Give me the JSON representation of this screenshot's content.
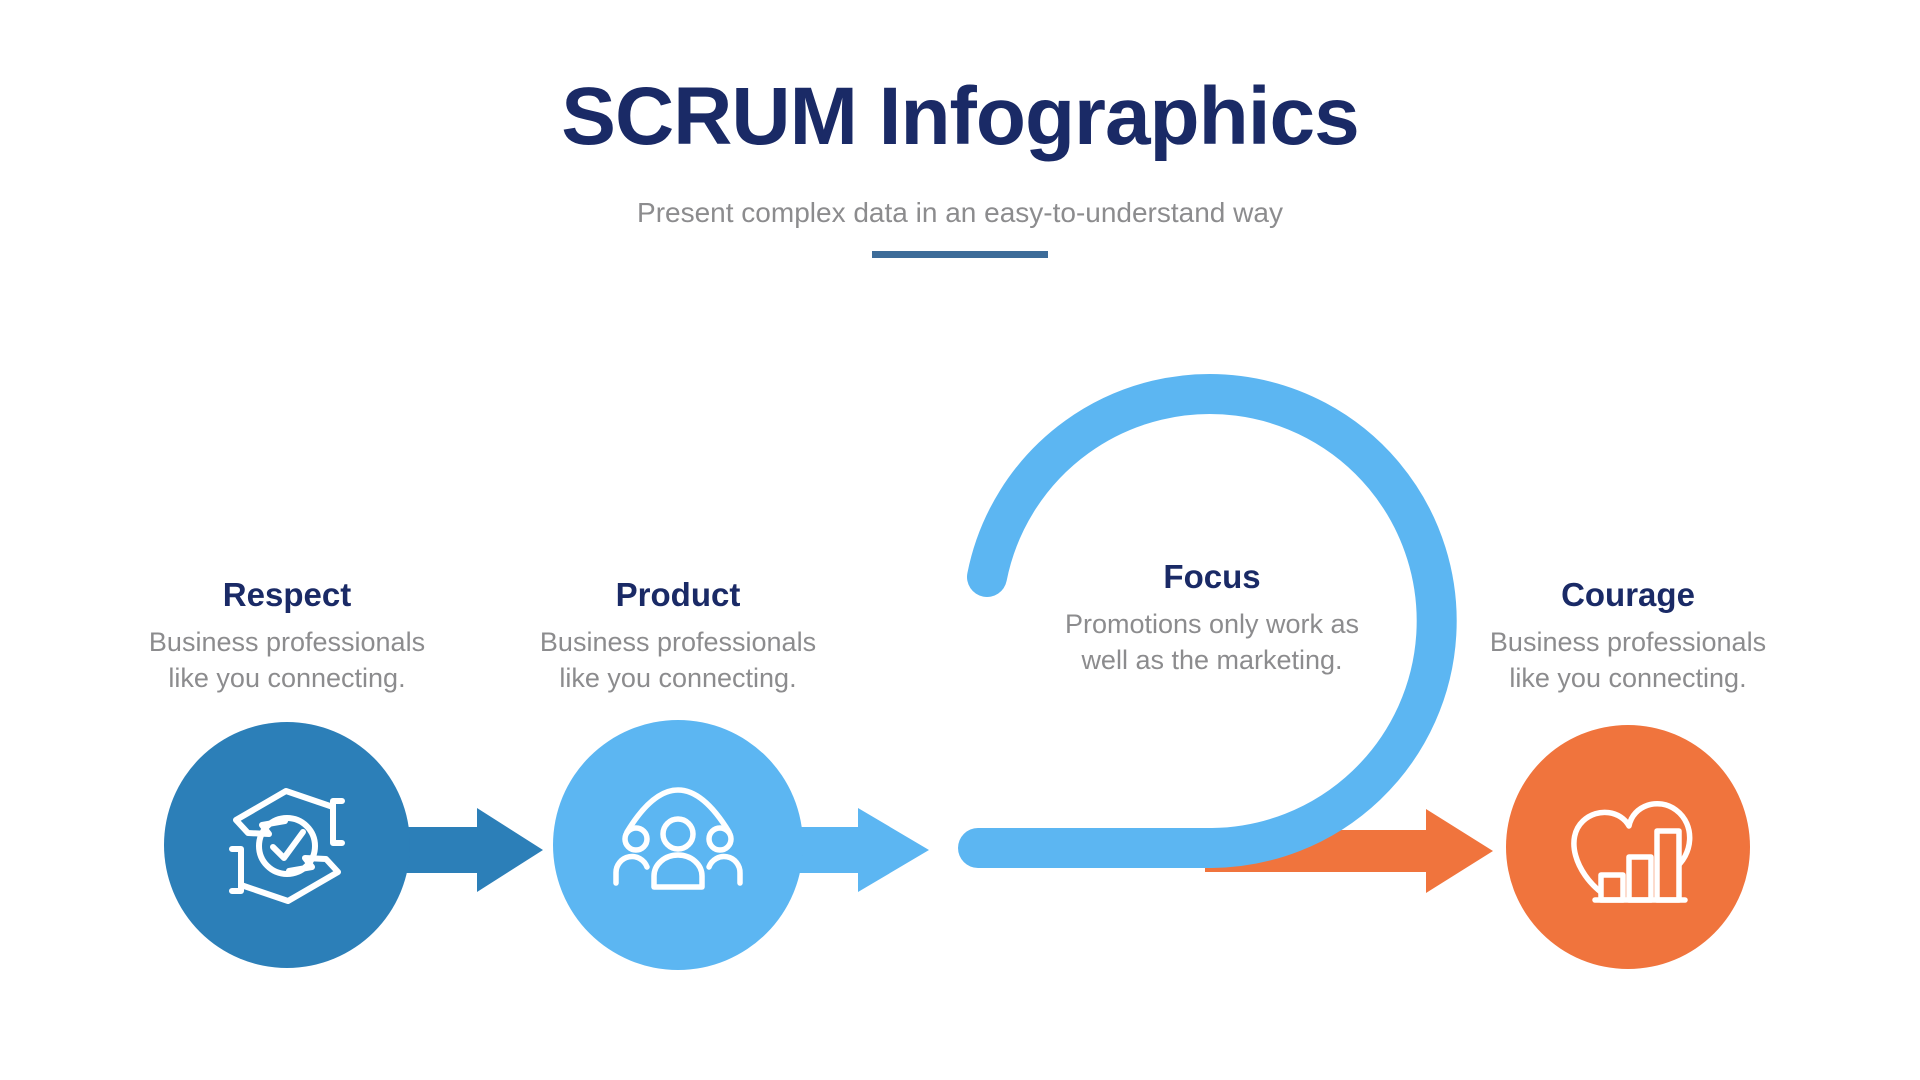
{
  "header": {
    "title": "SCRUM Infographics",
    "subtitle": "Present complex data in an easy-to-understand way"
  },
  "steps": [
    {
      "id": "respect",
      "title": "Respect",
      "description": "Business professionals like you connecting.",
      "icon": "hands-check-icon",
      "color": "#2C7FB8"
    },
    {
      "id": "product",
      "title": "Product",
      "description": "Business professionals like you connecting.",
      "icon": "team-icon",
      "color": "#5CB6F2"
    },
    {
      "id": "focus",
      "title": "Focus",
      "description": "Promotions only work as well as the marketing.",
      "icon": "sprint-loop-arrow",
      "color": "#5CB6F2"
    },
    {
      "id": "courage",
      "title": "Courage",
      "description": "Business professionals like you connecting.",
      "icon": "cloud-bar-chart-icon",
      "color": "#F0743D"
    }
  ],
  "palette": {
    "navy": "#1A2A66",
    "gray": "#8C8C8E",
    "dark_blue": "#2C7FB8",
    "light_blue": "#5CB6F2",
    "orange": "#F0743D",
    "divider_blue": "#3D6C99",
    "icon_white": "#FFFFFF"
  }
}
